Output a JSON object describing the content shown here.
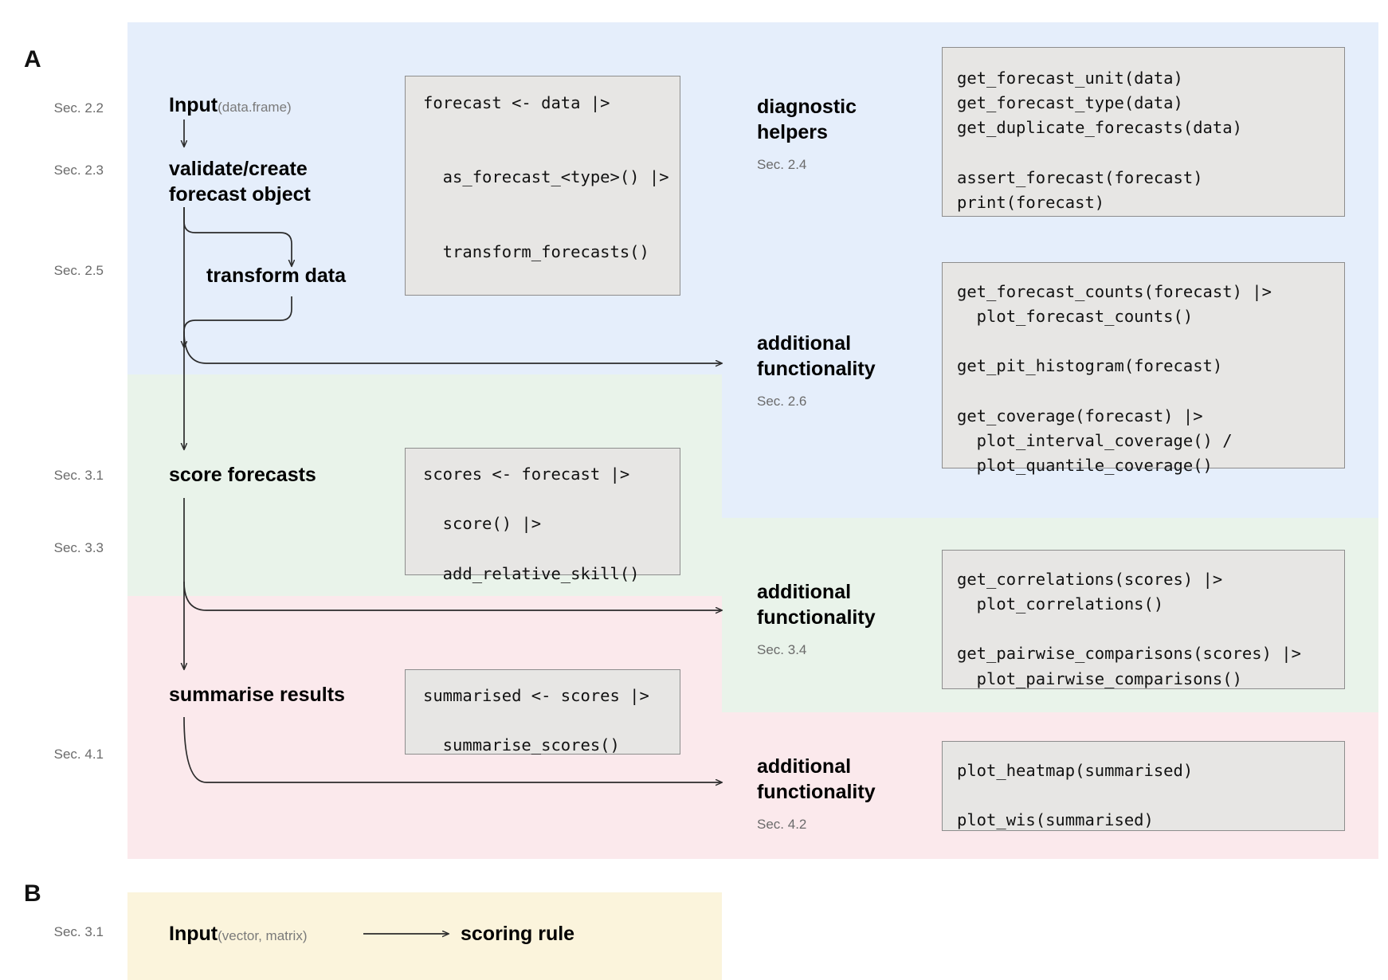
{
  "panels": {
    "a_letter": "A",
    "b_letter": "B"
  },
  "sections": {
    "s22": "Sec. 2.2",
    "s23": "Sec. 2.3",
    "s25": "Sec. 2.5",
    "s31": "Sec. 3.1",
    "s33": "Sec. 3.3",
    "s41": "Sec. 4.1",
    "s24": "Sec. 2.4",
    "s26": "Sec. 2.6",
    "s34": "Sec. 3.4",
    "s42": "Sec. 4.2",
    "b31": "Sec. 3.1"
  },
  "flow": {
    "input_label": "Input",
    "input_sub": "(data.frame)",
    "validate_label": "validate/create\nforecast object",
    "transform_label": "transform data",
    "score_label": "score forecasts",
    "summarise_label": "summarise results"
  },
  "right_headings": {
    "diagnostic": "diagnostic\nhelpers",
    "additional_26": "additional\nfunctionality",
    "additional_34": "additional\nfunctionality",
    "additional_42": "additional\nfunctionality"
  },
  "code": {
    "forecast_pipeline": "forecast <- data |>\n\n\n  as_forecast_<type>() |>\n\n\n  transform_forecasts()",
    "score_pipeline": "scores <- forecast |>\n\n  score() |>\n\n  add_relative_skill()",
    "summarise_pipeline": "summarised <- scores |>\n\n  summarise_scores()",
    "diagnostic_helpers": "get_forecast_unit(data)\nget_forecast_type(data)\nget_duplicate_forecasts(data)\n\nassert_forecast(forecast)\nprint(forecast)",
    "additional_26": "get_forecast_counts(forecast) |>\n  plot_forecast_counts()\n\nget_pit_histogram(forecast)\n\nget_coverage(forecast) |>\n  plot_interval_coverage() /\n  plot_quantile_coverage()",
    "additional_34": "get_correlations(scores) |>\n  plot_correlations()\n\nget_pairwise_comparisons(scores) |>\n  plot_pairwise_comparisons()",
    "additional_42": "plot_heatmap(summarised)\n\nplot_wis(summarised)"
  },
  "panel_b": {
    "input_label": "Input",
    "input_sub": "(vector, matrix)",
    "scoring_rule_label": "scoring rule"
  },
  "colors": {
    "band_blue": "#e5eefb",
    "band_green": "#e9f3ea",
    "band_pink": "#fbe9ec",
    "band_yellow": "#fbf4dc",
    "code_bg": "#e7e6e4",
    "code_border": "#8d8d8d",
    "section_text": "#6b6b6b",
    "arrow": "#2b2b2b"
  }
}
